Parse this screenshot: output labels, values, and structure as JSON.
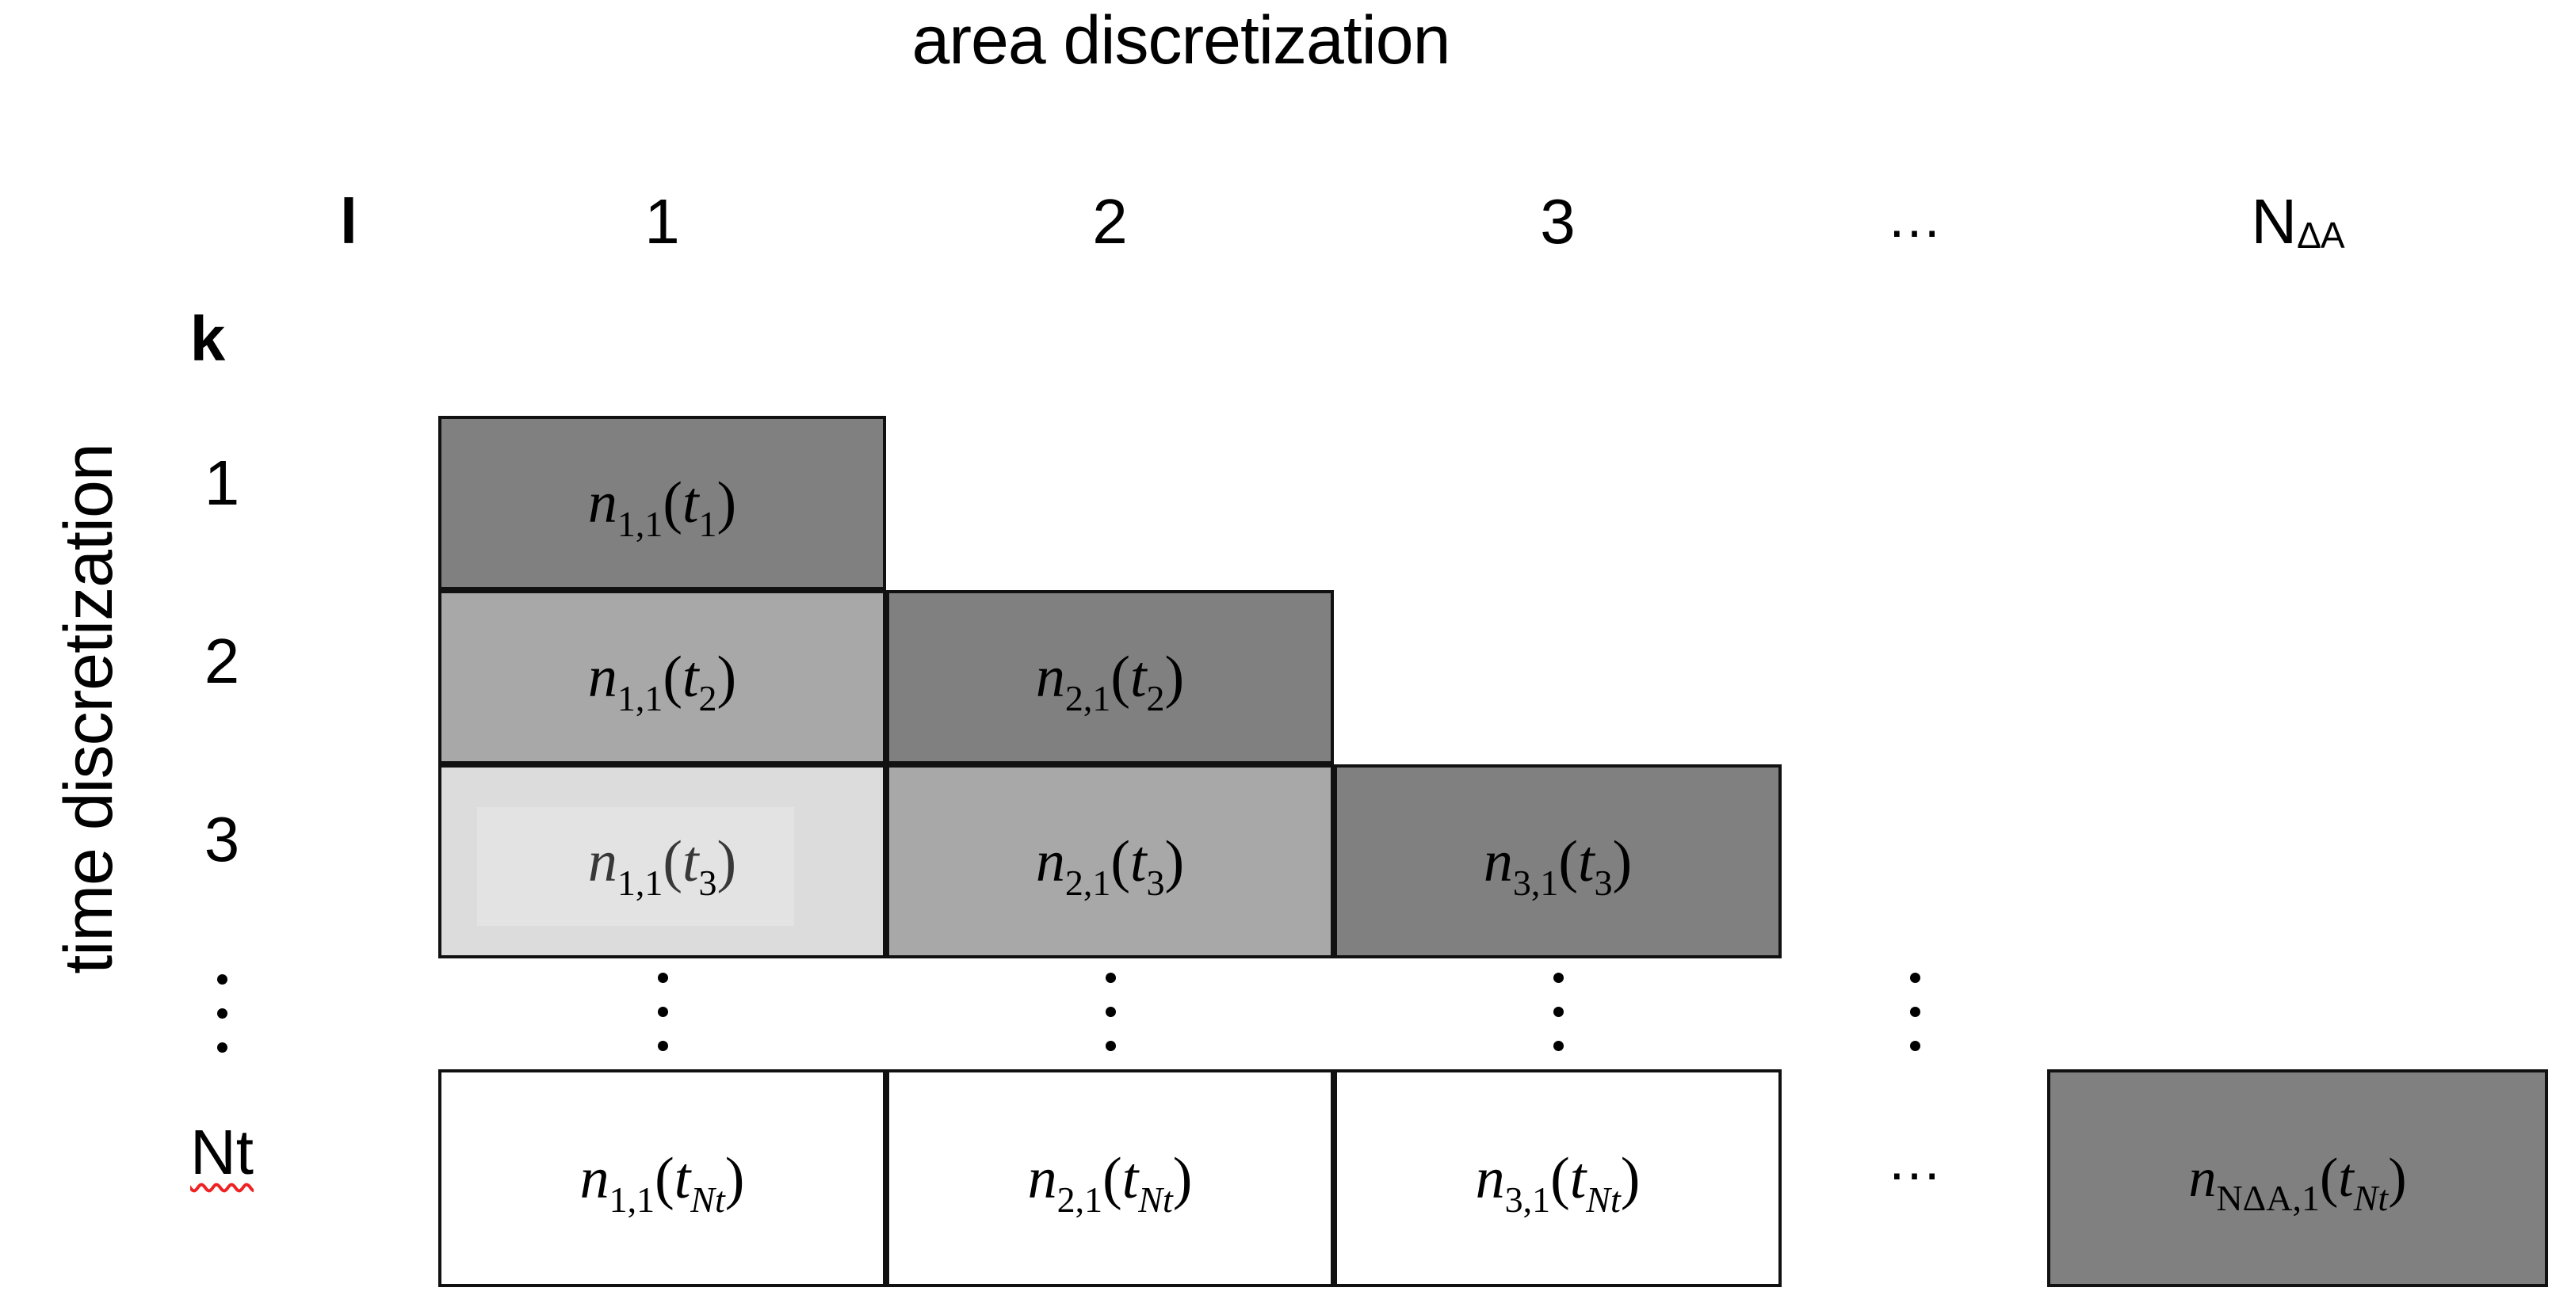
{
  "axes": {
    "column_axis_title": "area discretization",
    "row_axis_title": "time discretization",
    "column_index_symbol": "l",
    "row_index_symbol": "k"
  },
  "column_headers": [
    {
      "label": "1",
      "sub": ""
    },
    {
      "label": "2",
      "sub": ""
    },
    {
      "label": "3",
      "sub": ""
    },
    {
      "label": "…",
      "sub": ""
    },
    {
      "label": "N",
      "sub": "ΔA"
    }
  ],
  "row_headers": [
    {
      "label": "1"
    },
    {
      "label": "2"
    },
    {
      "label": "3"
    },
    {
      "label": "⋮"
    },
    {
      "label": "Nt",
      "spellcheck_underline": true
    }
  ],
  "ellipsis": {
    "vertical": "⋮",
    "horizontal": "…"
  },
  "colors": {
    "shade_dark": "#808080",
    "shade_mid": "#a8a8a8",
    "shade_light": "#dcdcdc",
    "shade_white": "#ffffff",
    "border": "#111111",
    "spellcheck": "#ee2222",
    "text": "#000000",
    "background": "#ffffff"
  },
  "matrix": {
    "description": "Lower-triangular staircase of population counts n_{l,k}(t_k) over area index l and time index k",
    "cells": [
      {
        "row": 1,
        "col": 1,
        "shade": "shade_dark",
        "symbol": "n",
        "sub": "1,1",
        "arg_symbol": "t",
        "arg_sub": "1",
        "text": "n_{1,1}(t_1)"
      },
      {
        "row": 2,
        "col": 1,
        "shade": "shade_mid",
        "symbol": "n",
        "sub": "1,1",
        "arg_symbol": "t",
        "arg_sub": "2",
        "text": "n_{1,1}(t_2)"
      },
      {
        "row": 2,
        "col": 2,
        "shade": "shade_dark",
        "symbol": "n",
        "sub": "2,1",
        "arg_symbol": "t",
        "arg_sub": "2",
        "text": "n_{2,1}(t_2)"
      },
      {
        "row": 3,
        "col": 1,
        "shade": "shade_light",
        "symbol": "n",
        "sub": "1,1",
        "arg_symbol": "t",
        "arg_sub": "3",
        "text": "n_{1,1}(t_3)",
        "inner_highlight": true
      },
      {
        "row": 3,
        "col": 2,
        "shade": "shade_mid",
        "symbol": "n",
        "sub": "2,1",
        "arg_symbol": "t",
        "arg_sub": "3",
        "text": "n_{2,1}(t_3)"
      },
      {
        "row": 3,
        "col": 3,
        "shade": "shade_dark",
        "symbol": "n",
        "sub": "3,1",
        "arg_symbol": "t",
        "arg_sub": "3",
        "text": "n_{3,1}(t_3)"
      },
      {
        "row": 5,
        "col": 1,
        "shade": "shade_white",
        "symbol": "n",
        "sub": "1,1",
        "arg_symbol": "t",
        "arg_sub": "Nt",
        "text": "n_{1,1}(t_{Nt})"
      },
      {
        "row": 5,
        "col": 2,
        "shade": "shade_white",
        "symbol": "n",
        "sub": "2,1",
        "arg_symbol": "t",
        "arg_sub": "Nt",
        "text": "n_{2,1}(t_{Nt})"
      },
      {
        "row": 5,
        "col": 3,
        "shade": "shade_white",
        "symbol": "n",
        "sub": "3,1",
        "arg_symbol": "t",
        "arg_sub": "Nt",
        "text": "n_{3,1}(t_{Nt})"
      },
      {
        "row": 5,
        "col": 5,
        "shade": "shade_dark",
        "symbol": "n",
        "sub": "NΔA,1",
        "arg_symbol": "t",
        "arg_sub": "Nt",
        "text": "n_{NΔA,1}(t_{Nt})"
      }
    ]
  }
}
